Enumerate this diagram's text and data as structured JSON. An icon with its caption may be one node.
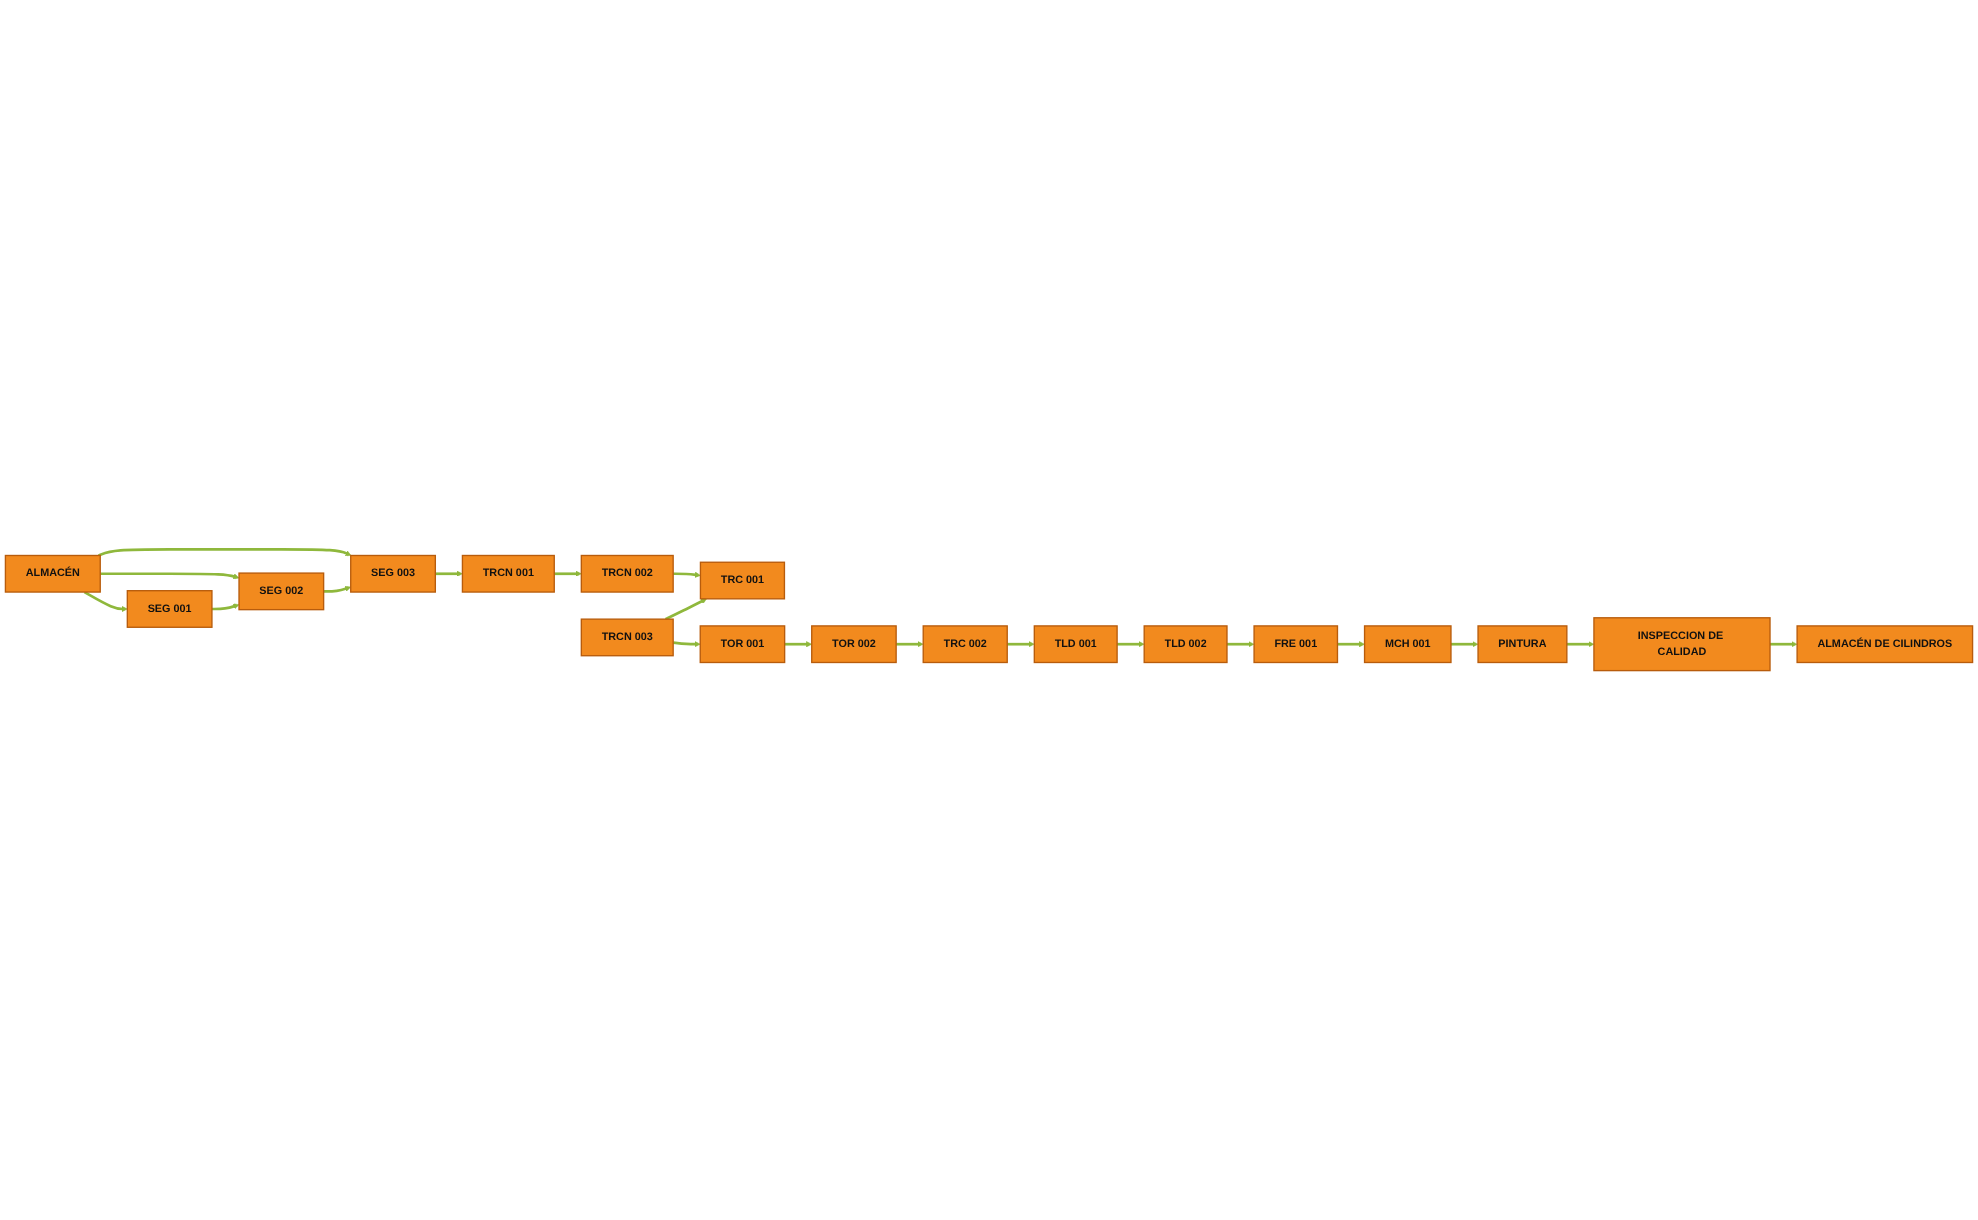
{
  "diagram": {
    "nodes": [
      {
        "text": [
          "ALMACÉN"
        ]
      },
      {
        "text": [
          "SEG 003"
        ]
      },
      {
        "text": [
          "SEG 002"
        ]
      },
      {
        "text": [
          "SEG 001"
        ]
      },
      {
        "text": [
          "TRCN 001"
        ]
      },
      {
        "text": [
          "TRCN 002"
        ]
      },
      {
        "text": [
          "TRC 002"
        ]
      },
      {
        "text": [
          "TLD 001"
        ]
      },
      {
        "text": [
          "TLD 002"
        ]
      },
      {
        "text": [
          "TRC 001"
        ]
      },
      {
        "text": [
          "TOR 002"
        ]
      },
      {
        "text": [
          "MCH 001"
        ]
      },
      {
        "text": [
          "FRE 001"
        ]
      },
      {
        "text": [
          "TRCN 003"
        ]
      },
      {
        "text": [
          "TOR 001"
        ]
      },
      {
        "text": [
          "PINTURA"
        ]
      },
      {
        "text": [
          "INSPECCION DE CALIDAD"
        ]
      },
      {
        "text": [
          "ALMACÉN DE CILINDROS"
        ]
      }
    ],
    "edges": [
      {
        "from": 0,
        "to": 1,
        "arrow": "to"
      },
      {
        "from": 0,
        "to": 2,
        "arrow": "to"
      },
      {
        "from": 0,
        "to": 3,
        "arrow": "to"
      },
      {
        "from": 3,
        "to": 2,
        "arrow": "to"
      },
      {
        "from": 2,
        "to": 1,
        "arrow": "to"
      },
      {
        "from": 1,
        "to": 4,
        "arrow": "to"
      },
      {
        "from": 4,
        "to": 5,
        "arrow": "to"
      },
      {
        "from": 5,
        "to": 9,
        "arrow": "to"
      },
      {
        "from": 13,
        "to": 9,
        "arrow": "to"
      },
      {
        "from": 13,
        "to": 14,
        "arrow": "to"
      },
      {
        "from": 14,
        "to": 10,
        "arrow": "to"
      },
      {
        "from": 10,
        "to": 6,
        "arrow": "to"
      },
      {
        "from": 6,
        "to": 7,
        "arrow": "to"
      },
      {
        "from": 7,
        "to": 8,
        "arrow": "to"
      },
      {
        "from": 8,
        "to": 12,
        "arrow": "to"
      },
      {
        "from": 12,
        "to": 11,
        "arrow": "to"
      },
      {
        "from": 11,
        "to": 15,
        "arrow": "to"
      },
      {
        "from": 15,
        "to": 16,
        "arrow": "to"
      },
      {
        "from": 16,
        "to": 17,
        "arrow": "to"
      }
    ]
  }
}
